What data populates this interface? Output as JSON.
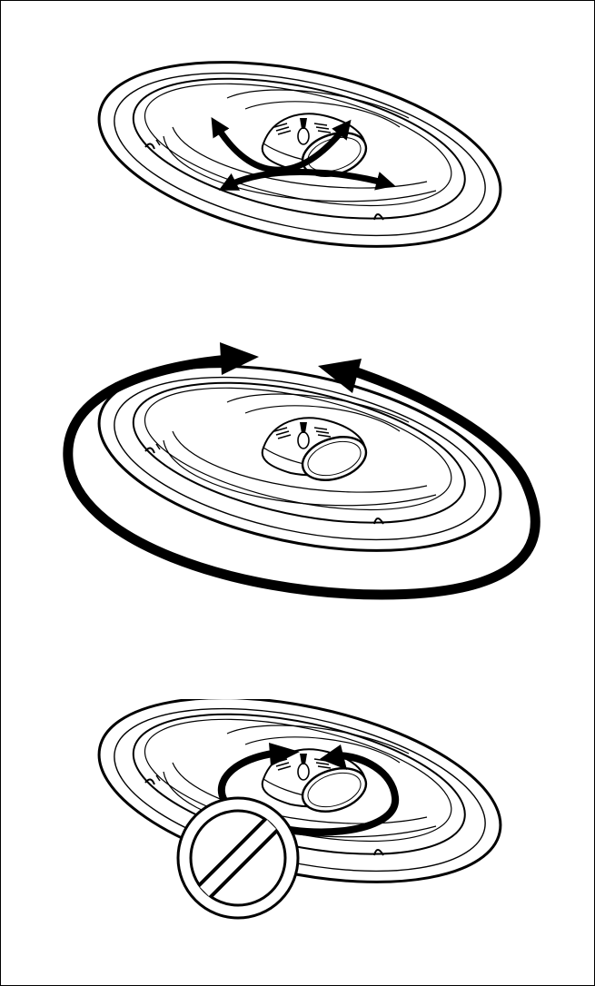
{
  "figure": {
    "panels": [
      {
        "id": "tilt",
        "icon": "tilt-arrows-icon",
        "mark": "allowed"
      },
      {
        "id": "rotate",
        "icon": "rotate-arrows-icon",
        "mark": "allowed"
      },
      {
        "id": "spin",
        "icon": "spin-arrows-icon",
        "mark": "prohibited"
      }
    ],
    "colors": {
      "ink": "#000000",
      "paper": "#ffffff"
    },
    "prohibited_icon": "no-symbol-icon"
  }
}
